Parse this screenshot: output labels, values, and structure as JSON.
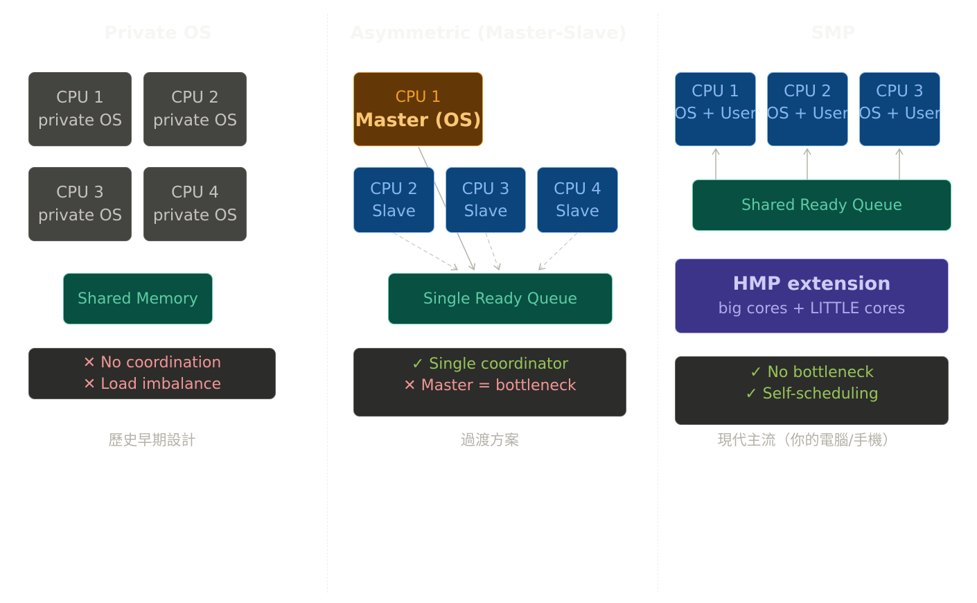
{
  "columns": [
    {
      "title": "Private OS",
      "cpus": [
        {
          "name": "CPU 1",
          "role": "private OS"
        },
        {
          "name": "CPU 2",
          "role": "private OS"
        },
        {
          "name": "CPU 3",
          "role": "private OS"
        },
        {
          "name": "CPU 4",
          "role": "private OS"
        }
      ],
      "shared": "Shared Memory",
      "notes": [
        {
          "mark": "✕",
          "text": "No coordination",
          "kind": "bad"
        },
        {
          "mark": "✕",
          "text": "Load imbalance",
          "kind": "bad"
        }
      ],
      "caption": "歷史早期設計"
    },
    {
      "title": "Asymmetric (Master-Slave)",
      "master": {
        "name": "CPU 1",
        "role": "Master (OS)"
      },
      "cpus": [
        {
          "name": "CPU 2",
          "role": "Slave"
        },
        {
          "name": "CPU 3",
          "role": "Slave"
        },
        {
          "name": "CPU 4",
          "role": "Slave"
        }
      ],
      "shared": "Single Ready Queue",
      "notes": [
        {
          "mark": "✓",
          "text": "Single coordinator",
          "kind": "good"
        },
        {
          "mark": "✕",
          "text": "Master = bottleneck",
          "kind": "bad"
        }
      ],
      "caption": "過渡方案"
    },
    {
      "title": "SMP",
      "cpus": [
        {
          "name": "CPU 1",
          "role": "OS + User"
        },
        {
          "name": "CPU 2",
          "role": "OS + User"
        },
        {
          "name": "CPU 3",
          "role": "OS + User"
        }
      ],
      "shared": "Shared Ready Queue",
      "extension": {
        "title": "HMP extension",
        "subtitle": "big cores + LITTLE cores"
      },
      "notes": [
        {
          "mark": "✓",
          "text": "No bottleneck",
          "kind": "good"
        },
        {
          "mark": "✓",
          "text": "Self-scheduling",
          "kind": "good"
        }
      ],
      "caption": "現代主流（你的電腦/手機）"
    }
  ],
  "colors": {
    "cpu_private": "#444441",
    "cpu_blue": "#0c447c",
    "master": "#633806",
    "queue_green": "#085041",
    "hmp_purple": "#3c3489",
    "note_dark": "#2c2c2a",
    "good": "#97c459",
    "bad": "#f09595"
  }
}
